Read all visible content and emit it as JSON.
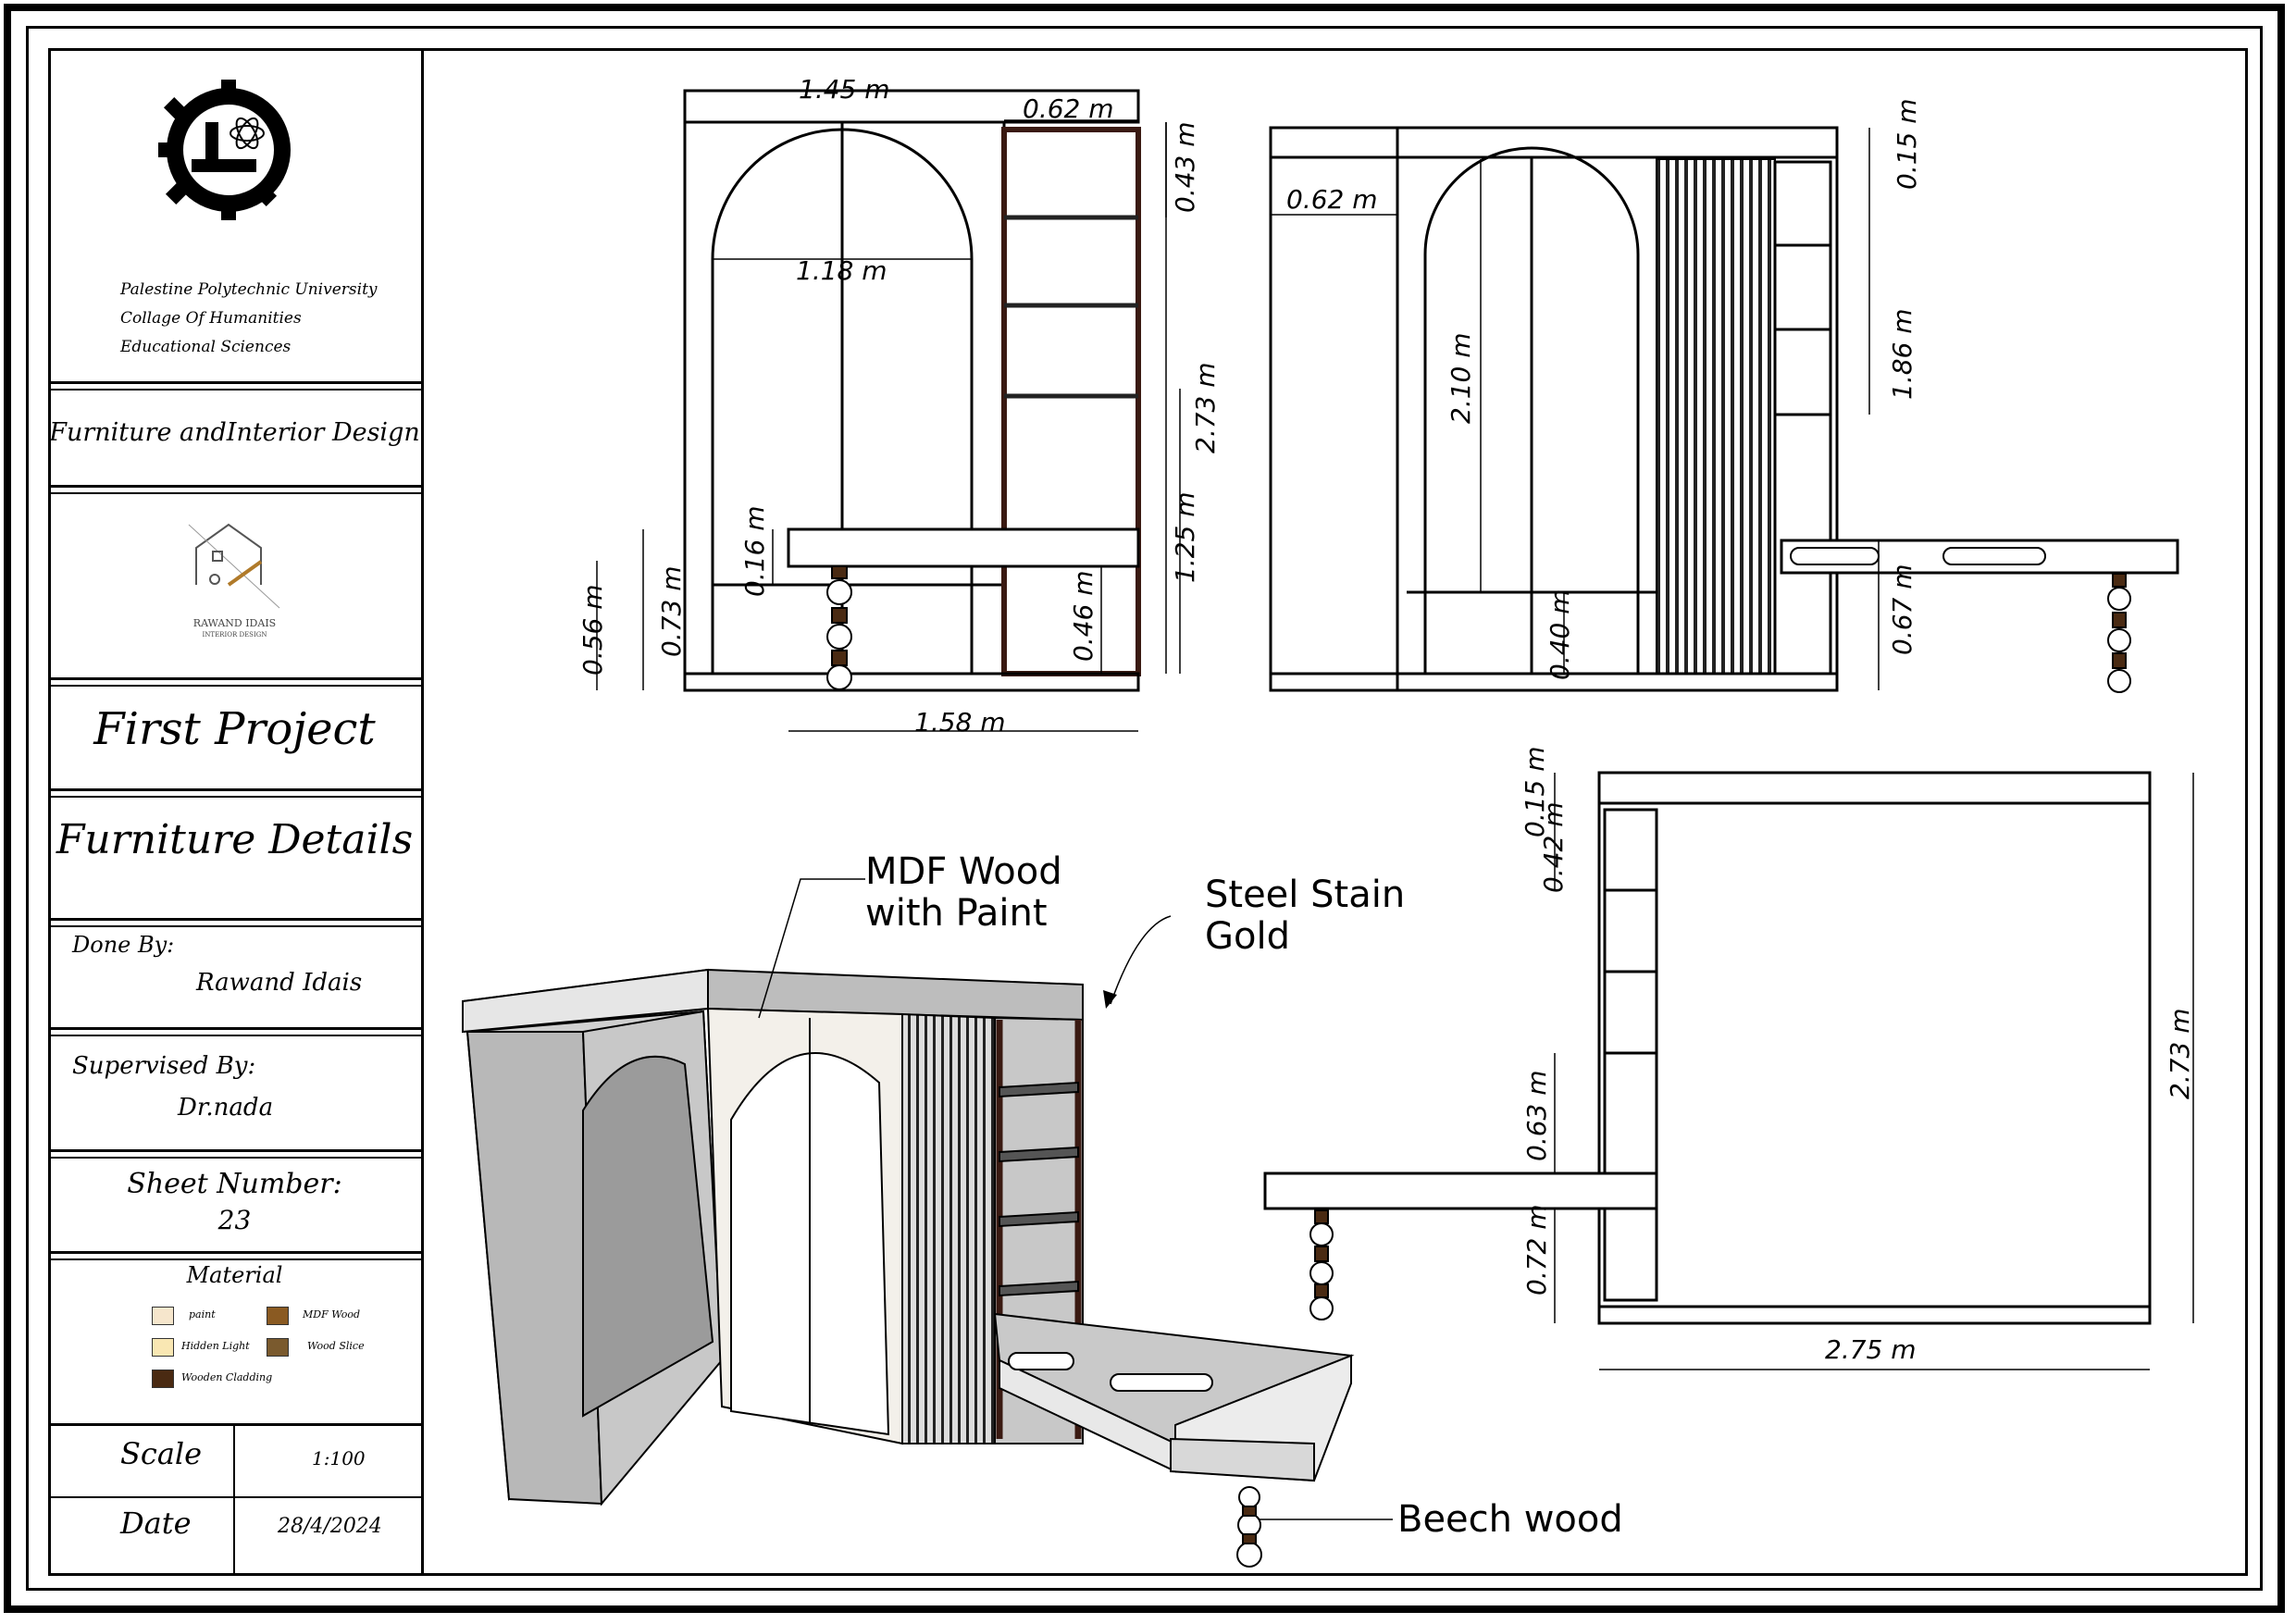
{
  "titleblock": {
    "university_lines": [
      "Palestine Polytechnic University",
      "Collage Of Humanities",
      "Educational Sciences"
    ],
    "course": "Furniture andInterior Design",
    "logo_text": "RAWAND IDAIS",
    "logo_subtext": "INTERIOR DESIGN",
    "project": "First Project",
    "sheet_title": "Furniture Details",
    "done_by_label": "Done By:",
    "done_by_name": "Rawand Idais",
    "supervised_label": "Supervised By:",
    "supervisor": "Dr.nada",
    "sheet_number_label": "Sheet Number:",
    "sheet_number": "23",
    "material_label": "Material",
    "materials": [
      {
        "name": "paint",
        "color": "#f6e6cc"
      },
      {
        "name": "MDF Wood",
        "color": "#8a5a22"
      },
      {
        "name": "Hidden Light",
        "color": "#f9e7b3"
      },
      {
        "name": "Wood Slice",
        "color": "#7a5a2e"
      },
      {
        "name": "Wooden Cladding",
        "color": "#4a2a12"
      }
    ],
    "scale_label": "Scale",
    "scale_value": "1:100",
    "date_label": "Date",
    "date_value": "28/4/2024"
  },
  "front_elevation": {
    "dims": [
      "1.45 m",
      "0.62 m",
      "0.43 m",
      "1.18 m",
      "2.73 m",
      "1.25 m",
      "0.16 m",
      "0.73 m",
      "0.56 m",
      "0.46 m",
      "1.58 m"
    ]
  },
  "side_elevation": {
    "dims": [
      "0.15 m",
      "0.62 m",
      "1.86 m",
      "2.10 m",
      "0.40 m",
      "0.67 m"
    ]
  },
  "plan_view": {
    "dims": [
      "0.15 m",
      "0.42 m",
      "0.63 m",
      "0.72 m",
      "2.73 m",
      "2.75 m"
    ]
  },
  "callouts": {
    "mdf": [
      "MDF Wood",
      "with Paint"
    ],
    "steel": [
      "Steel Stain",
      "Gold"
    ],
    "beech": "Beech wood"
  }
}
